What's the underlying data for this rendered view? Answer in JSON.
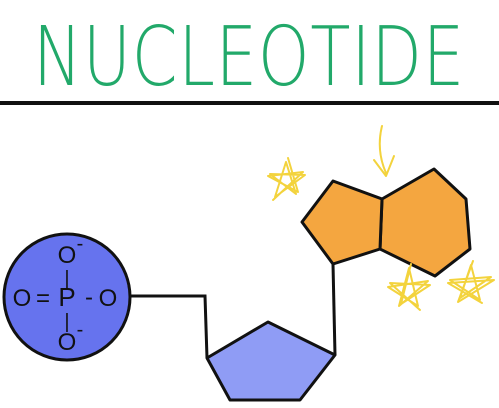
{
  "title": "NUCLEOTIDE",
  "colors": {
    "title": "#22a96a",
    "phosphate": "#6673ee",
    "sugar": "#8f9cf5",
    "base": "#f4a640",
    "stroke": "#111111",
    "stars": "#f3d33d"
  },
  "phosphate": {
    "P": "P",
    "O_top": "O",
    "O_bottom": "O",
    "O_left": "O",
    "O_right": "O",
    "minus_top": "-",
    "minus_bottom": "-",
    "bond_double": "=",
    "bond_single": "-",
    "bond_vertical": "|"
  }
}
